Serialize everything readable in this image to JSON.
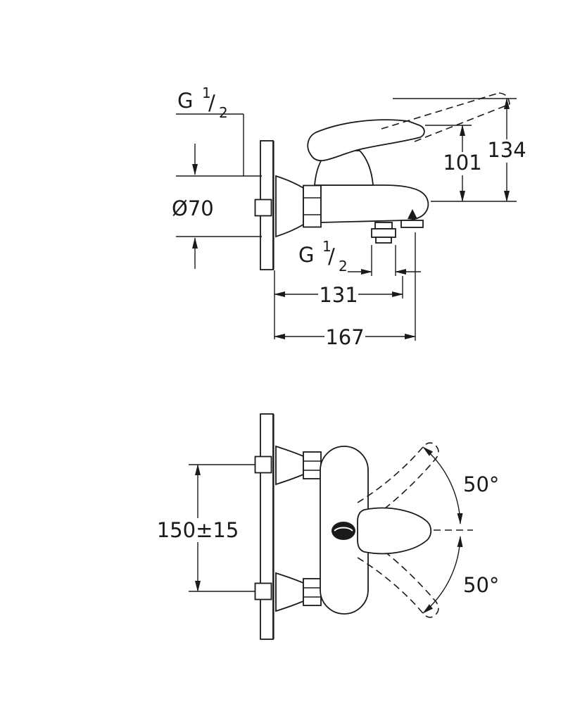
{
  "drawing": {
    "kind": "bath-mixer-installation-dimension-drawing",
    "line_color": "#1a1a1a",
    "background_color": "#ffffff"
  },
  "side_view": {
    "wall_thread": {
      "prefix": "G",
      "numerator": "1",
      "slash": "/",
      "denominator": "2"
    },
    "escutcheon_diameter": "Ø70",
    "handle_height": "101",
    "max_height": "134",
    "hose_thread": {
      "prefix": "G",
      "numerator": "1",
      "slash": "/",
      "denominator": "2"
    },
    "hose_projection": "131",
    "spout_projection": "167"
  },
  "front_view": {
    "mounting_distance": "150±15",
    "handle_swivel_upper": "50°",
    "handle_swivel_lower": "50°"
  }
}
